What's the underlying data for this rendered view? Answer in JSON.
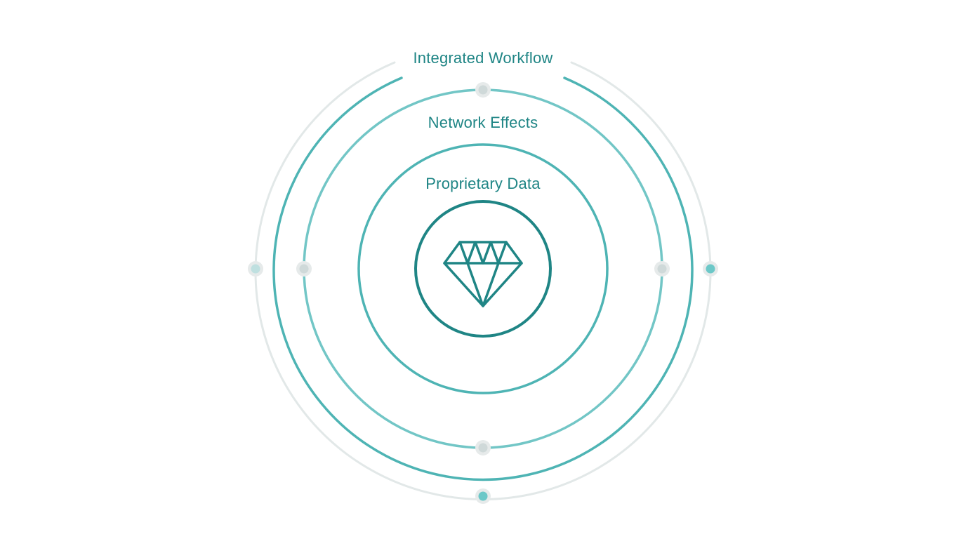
{
  "diagram": {
    "labels": {
      "outer": "Integrated Workflow",
      "middle": "Network Effects",
      "inner": "Proprietary Data"
    },
    "center_icon": "diamond-icon",
    "colors": {
      "teal_dark": "#1f8585",
      "teal_mid": "#4eb4b4",
      "teal_light": "#72c6c6",
      "gray_ring": "#e2e8e8",
      "node_halo": "#e6eaea",
      "node_gray": "#cfd9d9",
      "node_teal": "#6cc8c8",
      "background": "#ffffff"
    }
  }
}
